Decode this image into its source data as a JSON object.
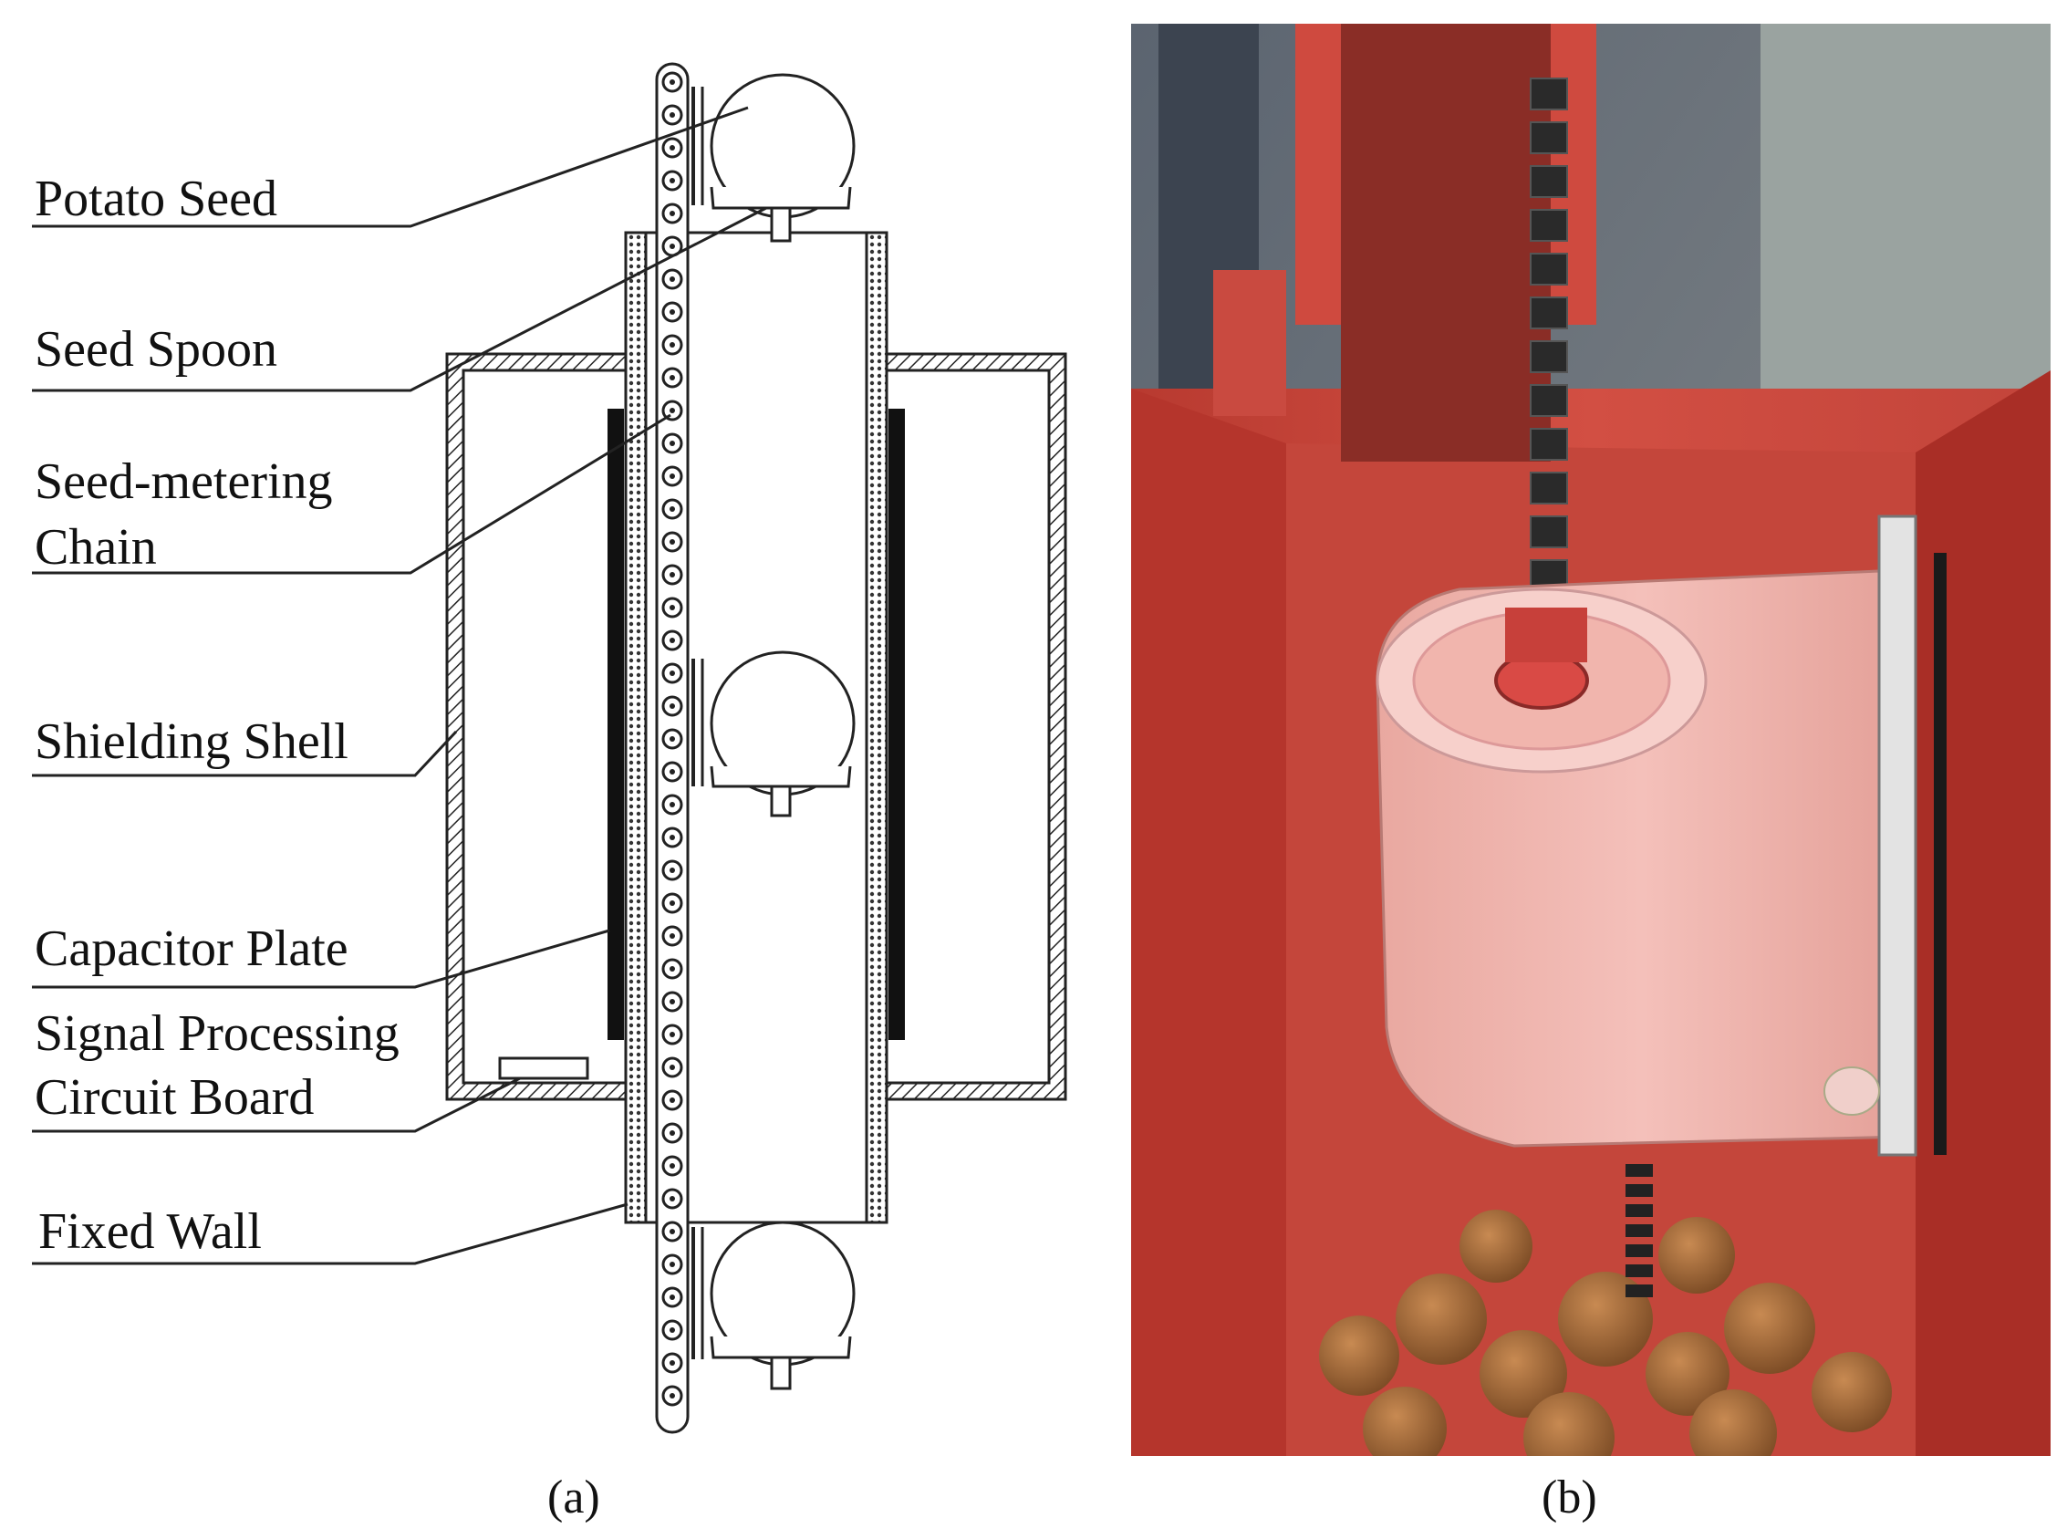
{
  "panel_a": {
    "labels": {
      "potato_seed": "Potato Seed",
      "seed_spoon": "Seed Spoon",
      "seed_metering_line1": "Seed-metering",
      "seed_metering_line2": "Chain",
      "shielding_shell": "Shielding Shell",
      "capacitor_plate": "Capacitor Plate",
      "signal_line1": "Signal Processing",
      "signal_line2": "Circuit Board",
      "fixed_wall": "Fixed Wall"
    },
    "caption": "(a)"
  },
  "panel_b": {
    "caption": "(b)"
  },
  "colors": {
    "line": "#222222",
    "plate": "#111111",
    "frame_red": "#c8433a",
    "device_pink": "#f0b0aa"
  }
}
